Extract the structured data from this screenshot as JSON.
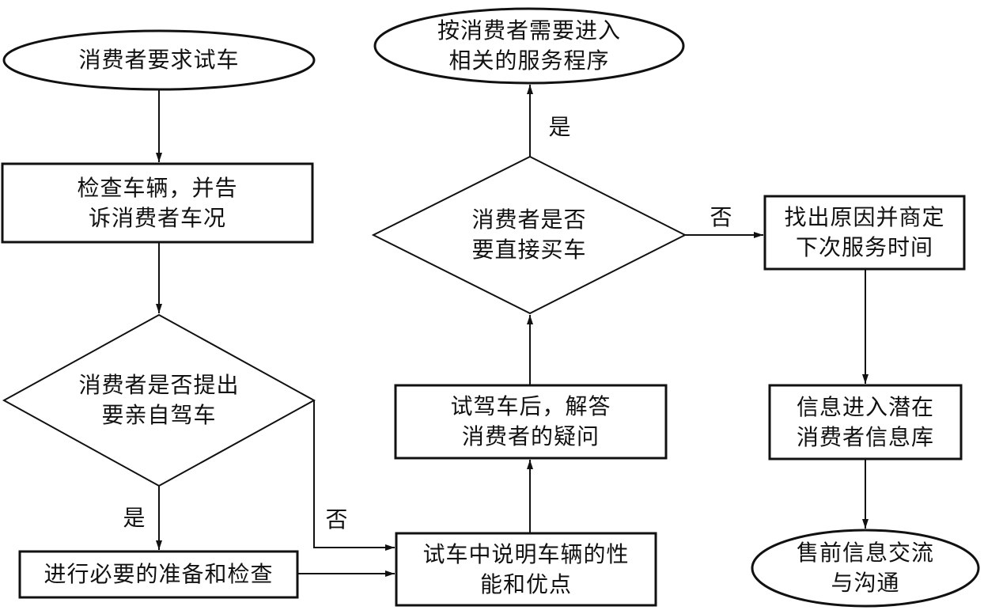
{
  "colors": {
    "stroke": "#111111",
    "background": "#ffffff"
  },
  "nodes": {
    "start": {
      "lines": [
        "消费者要求试车"
      ]
    },
    "inspect": {
      "lines": [
        "检查车辆，并告",
        "诉消费者车况"
      ]
    },
    "decideDrive": {
      "lines": [
        "消费者是否提出",
        "要亲自驾车"
      ]
    },
    "prepare": {
      "lines": [
        "进行必要的准备和检查"
      ]
    },
    "explain": {
      "lines": [
        "试车中说明车辆的性",
        "能和优点"
      ]
    },
    "answer": {
      "lines": [
        "试驾车后，解答",
        "消费者的疑问"
      ]
    },
    "decideBuy": {
      "lines": [
        "消费者是否",
        "要直接买车"
      ]
    },
    "service": {
      "lines": [
        "按消费者需要进入",
        "相关的服务程序"
      ]
    },
    "findReason": {
      "lines": [
        "找出原因并商定",
        "下次服务时间"
      ]
    },
    "database": {
      "lines": [
        "信息进入潜在",
        "消费者信息库"
      ]
    },
    "presales": {
      "lines": [
        "售前信息交流",
        "与沟通"
      ]
    }
  },
  "edges": {
    "driveYes": "是",
    "driveNo": "否",
    "buyYes": "是",
    "buyNo": "否"
  }
}
